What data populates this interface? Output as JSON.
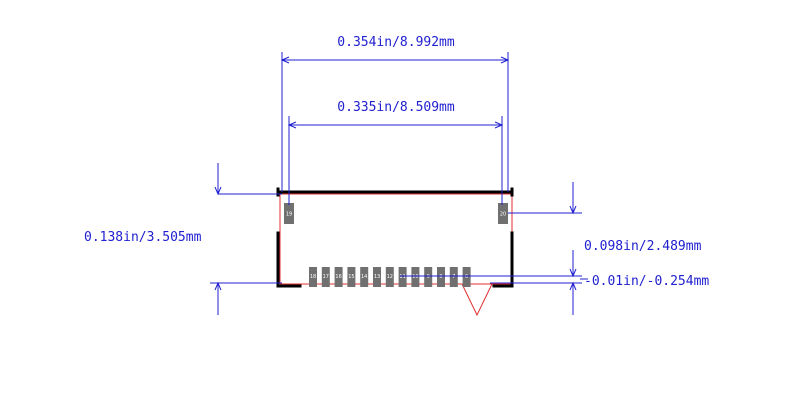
{
  "dimensions": {
    "outer_width": "0.354in/8.992mm",
    "inner_width": "0.335in/8.509mm",
    "total_height": "0.138in/3.505mm",
    "pad_height": "0.098in/2.489mm",
    "offset": "-0.01in/-0.254mm"
  },
  "pads": {
    "mount_left": "19",
    "mount_right": "20",
    "signal": [
      "18",
      "17",
      "16",
      "15",
      "14",
      "13",
      "12",
      "11",
      "10",
      "9",
      "8",
      "7",
      "6"
    ]
  },
  "colors": {
    "dimension": "#2020d0",
    "outline": "#000000",
    "courtyard": "#e03030",
    "pad": "#707070"
  }
}
